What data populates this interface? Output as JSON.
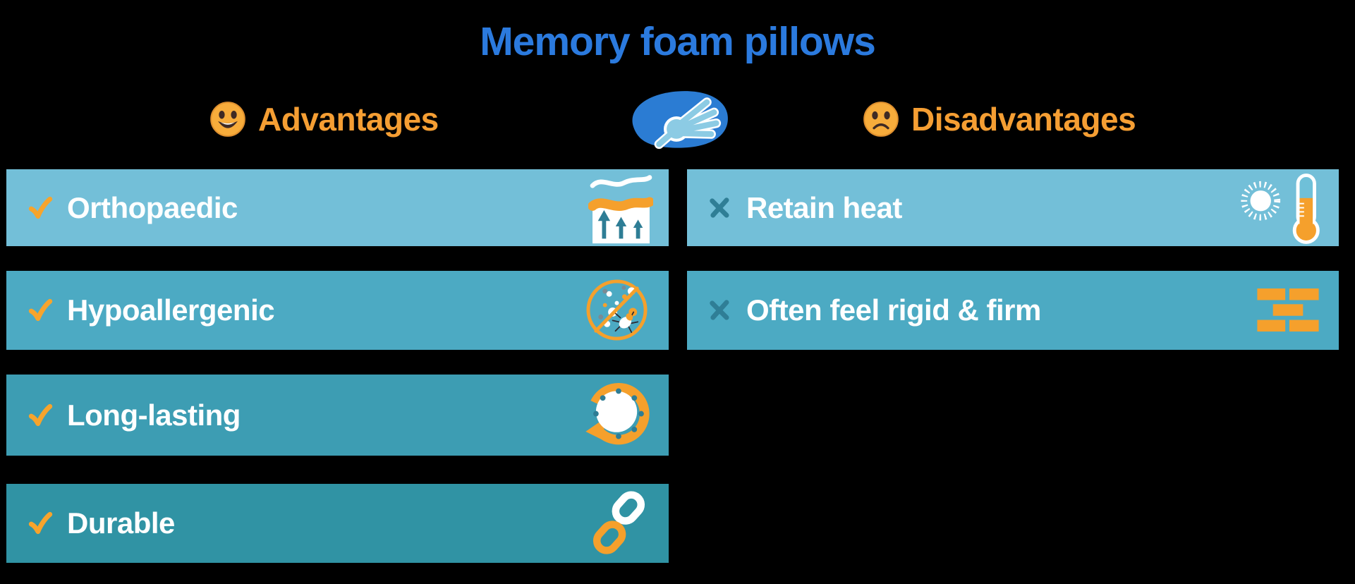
{
  "title": "Memory foam pillows",
  "advantages": {
    "label": "Advantages",
    "emoji": "grinning-face",
    "items": [
      {
        "label": "Orthopaedic",
        "icon": "mattress-support-icon"
      },
      {
        "label": "Hypoallergenic",
        "icon": "no-dust-mites-icon"
      },
      {
        "label": "Long-lasting",
        "icon": "clock-cycle-icon"
      },
      {
        "label": "Durable",
        "icon": "chain-link-icon"
      }
    ]
  },
  "disadvantages": {
    "label": "Disadvantages",
    "emoji": "frowning-face",
    "items": [
      {
        "label": "Retain heat",
        "icon": "sun-thermometer-icon"
      },
      {
        "label": "Often feel rigid & firm",
        "icon": "bricks-icon"
      }
    ]
  },
  "center_icon": "pillow-hand-icon",
  "colors": {
    "background": "#000000",
    "title_blue": "#2b7ade",
    "header_orange": "#f59e33",
    "accent_orange": "#f5a02c",
    "check_orange": "#f7a42c",
    "cross_teal": "#2f7e96",
    "row_text": "#ffffff",
    "row_shades": [
      "#73bfd8",
      "#4caac3",
      "#3d9db3",
      "#3093a4"
    ],
    "pillow_blue": "#2b7cd3",
    "hand_blue": "#8ccbe4",
    "arrow_teal": "#2e7d95"
  }
}
